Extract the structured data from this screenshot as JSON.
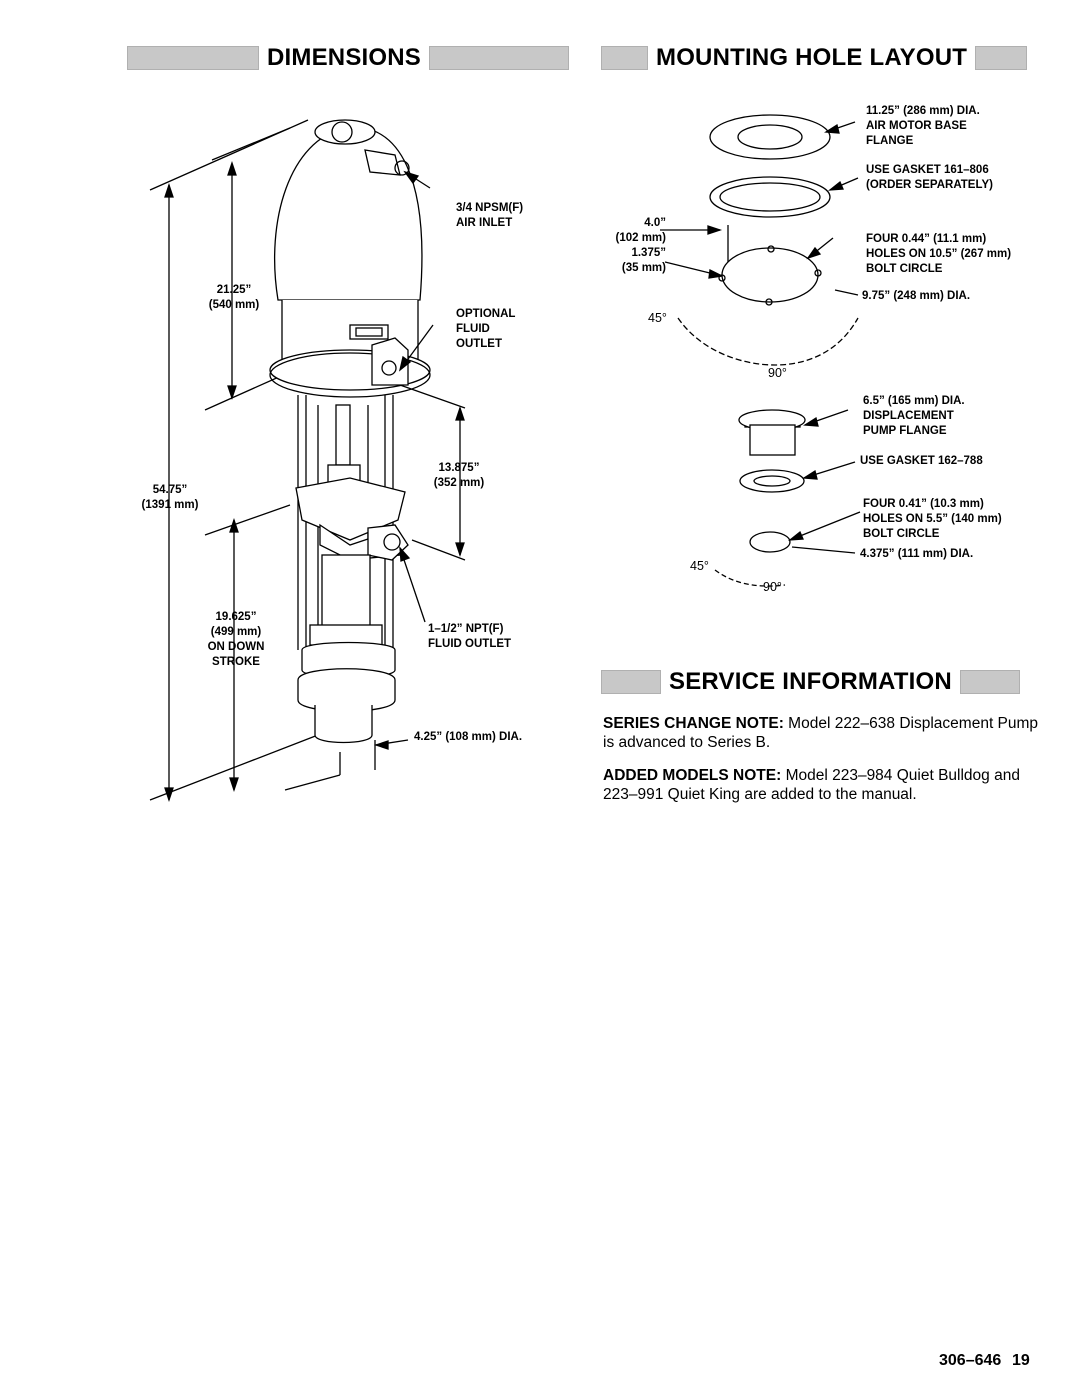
{
  "headers": {
    "dimensions": "DIMENSIONS",
    "mounting": "MOUNTING HOLE LAYOUT",
    "service": "SERVICE INFORMATION"
  },
  "dimensions_labels": {
    "air_inlet": [
      "3/4 NPSM(F)",
      "AIR INLET"
    ],
    "motor_height": [
      "21.25”",
      "(540 mm)"
    ],
    "optional_outlet": [
      "OPTIONAL",
      "FLUID",
      "OUTLET"
    ],
    "middle_height": [
      "13.875”",
      "(352 mm)"
    ],
    "overall_height": [
      "54.75”",
      "(1391 mm)"
    ],
    "down_stroke": [
      "19.625”",
      "(499 mm)",
      "ON DOWN",
      "STROKE"
    ],
    "fluid_outlet": [
      "1–1/2” NPT(F)",
      "FLUID OUTLET"
    ],
    "pump_dia": "4.25” (108 mm) DIA."
  },
  "mounting_labels": {
    "motor_flange": [
      "11.25” (286 mm) DIA.",
      "AIR MOTOR BASE",
      "FLANGE"
    ],
    "gasket_1": [
      "USE GASKET 161–806",
      "(ORDER SEPARATELY)"
    ],
    "offset": [
      "4.0”",
      "(102 mm)",
      "1.375”",
      "(35 mm)"
    ],
    "holes_1": [
      "FOUR 0.44” (11.1 mm)",
      "HOLES ON 10.5” (267 mm)",
      "BOLT CIRCLE"
    ],
    "circle_dia_1": "9.75” (248 mm) DIA.",
    "angle_45_a": "45°",
    "angle_90_a": "90°",
    "pump_flange": [
      "6.5” (165 mm) DIA.",
      "DISPLACEMENT",
      "PUMP FLANGE"
    ],
    "gasket_2": "USE GASKET 162–788",
    "holes_2": [
      "FOUR 0.41” (10.3 mm)",
      "HOLES ON 5.5” (140 mm)",
      "BOLT CIRCLE"
    ],
    "circle_dia_2": "4.375” (111 mm) DIA.",
    "angle_45_b": "45°",
    "angle_90_b": "90°"
  },
  "service": {
    "series_note_label": "SERIES CHANGE NOTE:",
    "series_note_text": "Model 222–638 Displacement Pump is advanced to Series B.",
    "models_note_label": "ADDED MODELS NOTE:",
    "models_note_text": "Model 223–984 Quiet Bulldog and 223–991 Quiet King are added to the manual."
  },
  "footer": {
    "doc_number": "306–646",
    "page_number": "19"
  }
}
